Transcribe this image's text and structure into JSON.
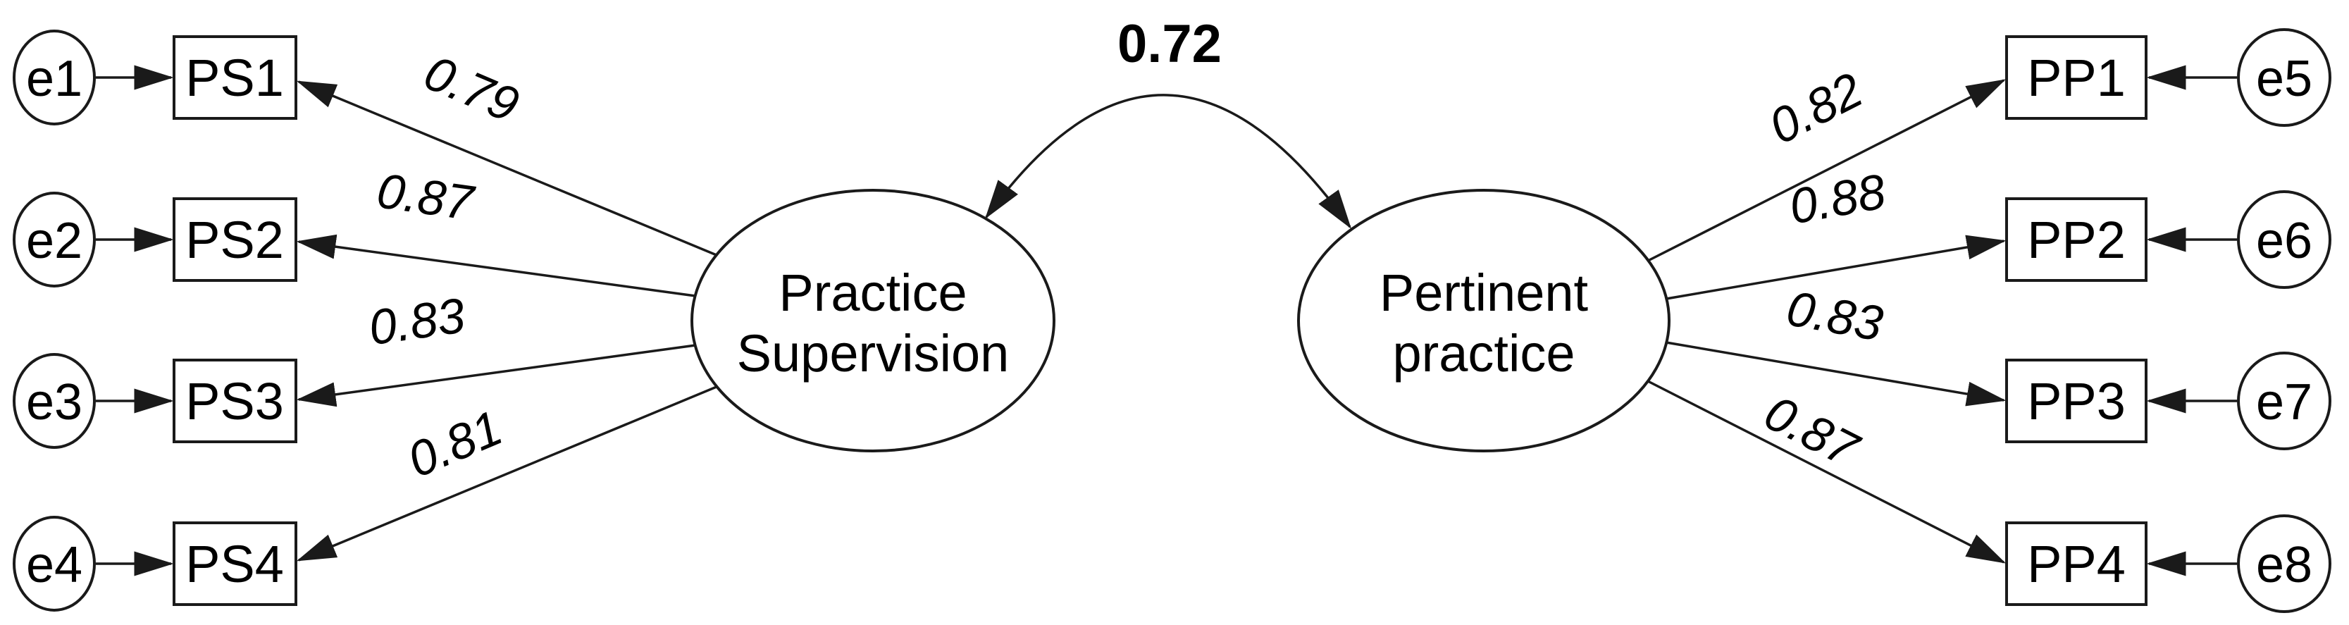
{
  "figure": {
    "kind": "structural-equation-model-path-diagram",
    "colors": {
      "ink": "#000000",
      "background": "#ffffff"
    },
    "model": {
      "correlation_label": "0.72",
      "left_latent": {
        "line1": "Practice",
        "line2": "Supervision"
      },
      "right_latent": {
        "line1": "Pertinent",
        "line2": "practice"
      },
      "left_indicators": [
        {
          "label": "PS1",
          "loading": "0.79",
          "error": "e1"
        },
        {
          "label": "PS2",
          "loading": "0.87",
          "error": "e2"
        },
        {
          "label": "PS3",
          "loading": "0.83",
          "error": "e3"
        },
        {
          "label": "PS4",
          "loading": "0.81",
          "error": "e4"
        }
      ],
      "right_indicators": [
        {
          "label": "PP1",
          "loading": "0.82",
          "error": "e5"
        },
        {
          "label": "PP2",
          "loading": "0.88",
          "error": "e6"
        },
        {
          "label": "PP3",
          "loading": "0.83",
          "error": "e7"
        },
        {
          "label": "PP4",
          "loading": "0.87",
          "error": "e8"
        }
      ]
    }
  }
}
